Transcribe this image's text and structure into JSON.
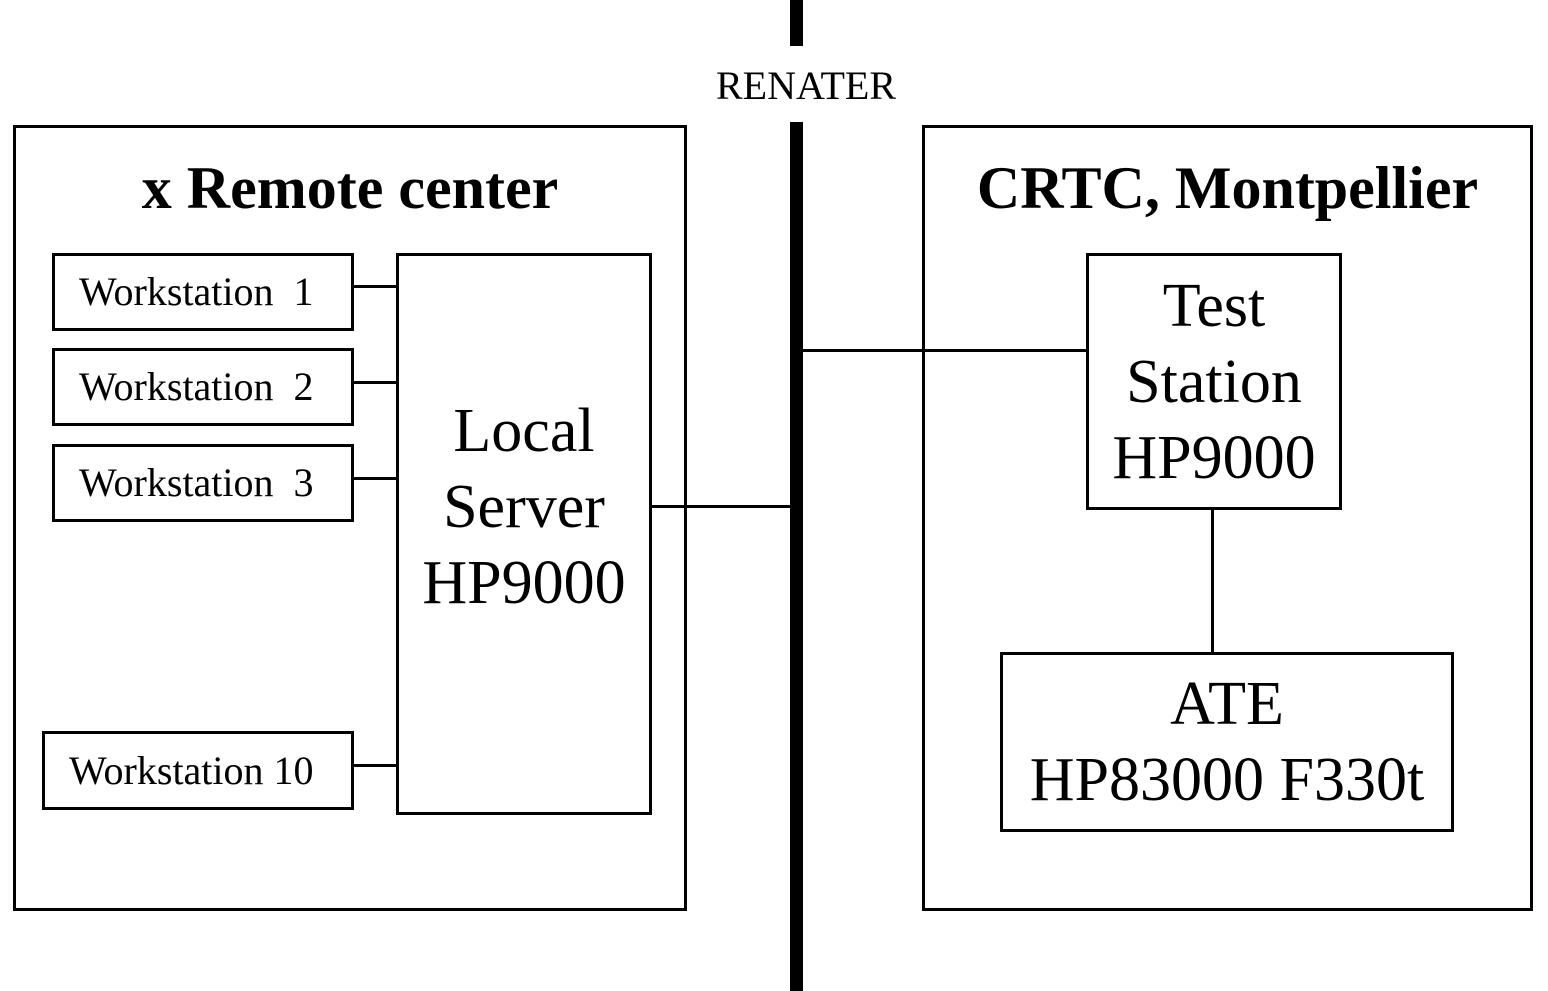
{
  "network": {
    "label": "RENATER"
  },
  "remote_center": {
    "title": "x Remote center",
    "workstations": [
      "Workstation  1",
      "Workstation  2",
      "Workstation  3",
      "Workstation 10"
    ],
    "server": {
      "line1": "Local",
      "line2": "Server",
      "line3": "HP9000"
    }
  },
  "crtc": {
    "title": "CRTC, Montpellier",
    "test_station": {
      "line1": "Test",
      "line2": "Station",
      "line3": "HP9000"
    },
    "ate": {
      "line1": "ATE",
      "line2": "HP83000 F330t"
    }
  }
}
